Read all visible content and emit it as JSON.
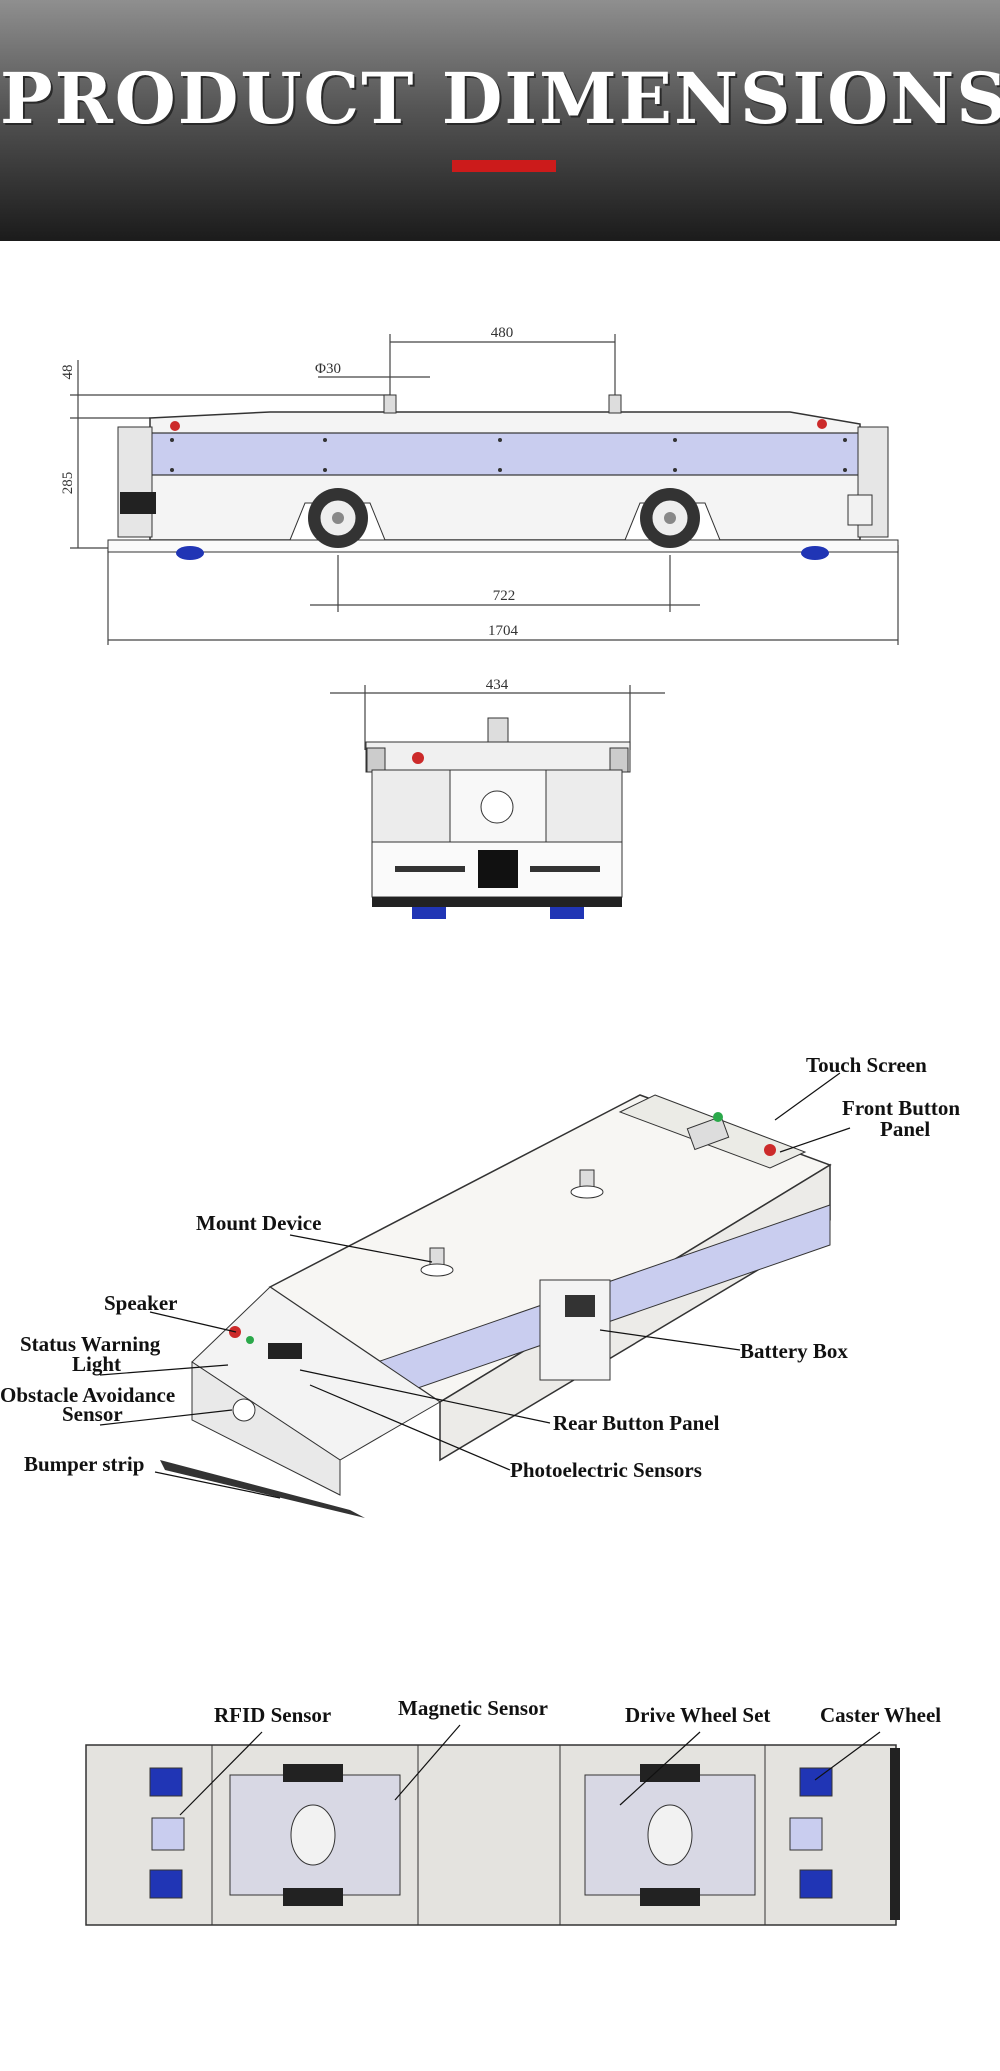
{
  "header": {
    "title": "PRODUCT DIMENSIONS"
  },
  "colors": {
    "accent": "#cc1b1b",
    "panel_blue": "#c9cdef",
    "wheel_blue": "#2035b5"
  },
  "side_view": {
    "dims": {
      "top_height": "48",
      "pin_dia": "Φ30",
      "pin_spacing": "480",
      "body_height": "285",
      "wheelbase": "722",
      "length": "1704"
    }
  },
  "front_view": {
    "dims": {
      "width": "434"
    }
  },
  "iso_view": {
    "labels": {
      "touch_screen": "Touch Screen",
      "front_button_1": "Front Button",
      "front_button_2": "Panel",
      "mount_device": "Mount Device",
      "speaker": "Speaker",
      "status_warning_1": "Status Warning",
      "status_warning_2": "Light",
      "obstacle_1": "Obstacle Avoidance",
      "obstacle_2": "Sensor",
      "bumper": "Bumper strip",
      "battery_box": "Battery Box",
      "rear_button": "Rear Button Panel",
      "photoelectric": "Photoelectric Sensors"
    }
  },
  "bottom_view": {
    "labels": {
      "rfid": "RFID Sensor",
      "magnetic": "Magnetic Sensor",
      "drive_wheel": "Drive Wheel Set",
      "caster": "Caster Wheel"
    }
  }
}
